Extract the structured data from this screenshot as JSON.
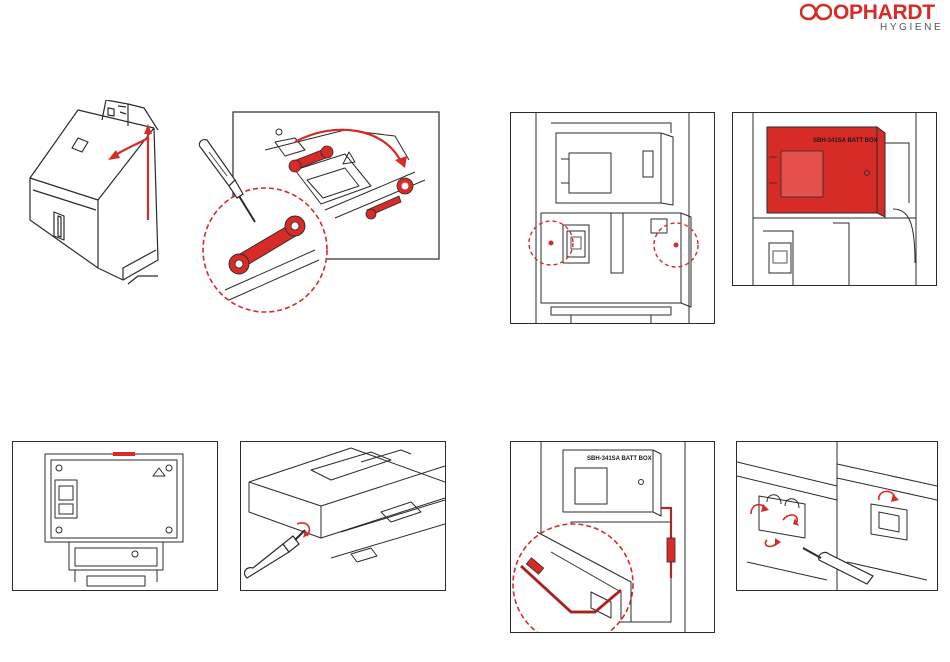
{
  "brand": {
    "name": "OPHARDT",
    "sub": "HYGIENE",
    "color": "#d72b28"
  },
  "labels": {
    "batt_box": "SBH-341SA BATT BOX"
  },
  "colors": {
    "highlight": "#d72b28",
    "line": "#2b2b2b"
  },
  "icons": [
    "ophardt-logo-icon",
    "red-arrow-icon",
    "screwdriver-icon",
    "dashed-zoom-circle-icon",
    "rotate-arrow-icon"
  ]
}
